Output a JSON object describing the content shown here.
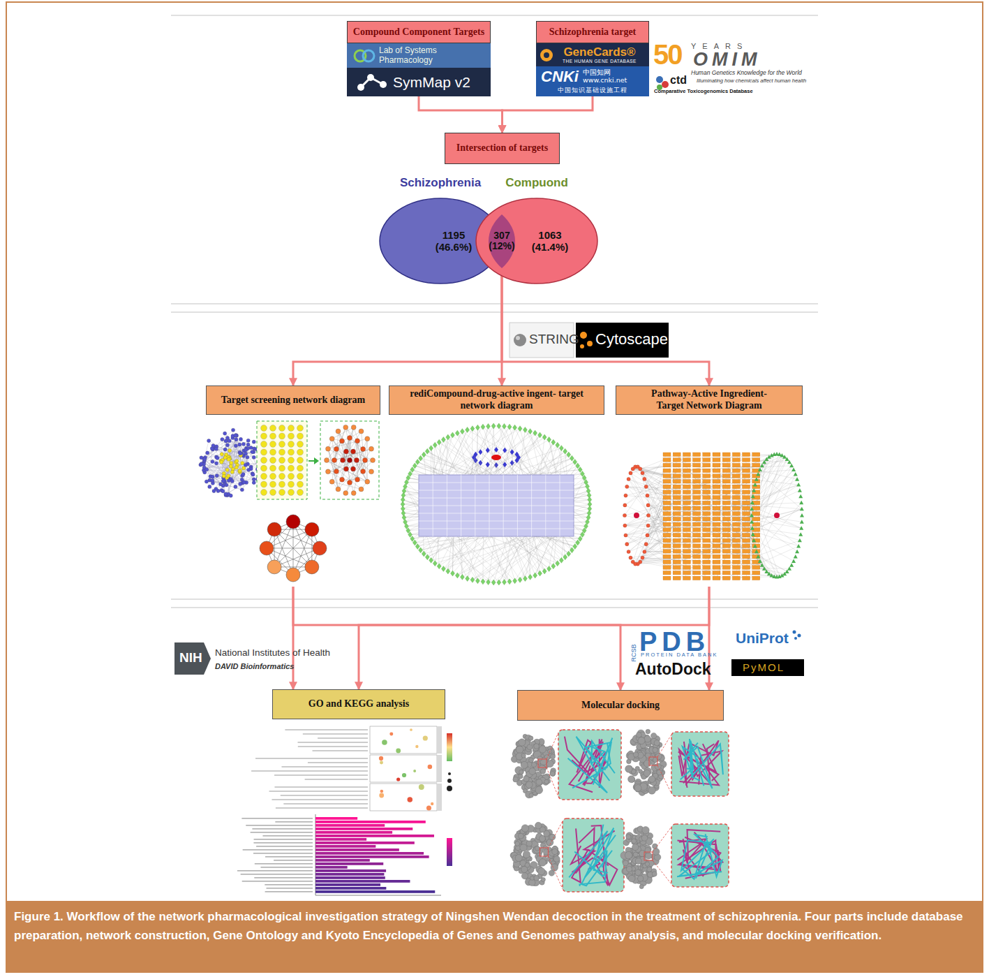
{
  "diagram": {
    "caption": "Figure 1. Workflow of the network pharmacological investigation strategy of Ningshen Wendan decoction in the treatment of schizophrenia. Four parts include database preparation, network construction, Gene Ontology and Kyoto Encyclopedia of Genes and Genomes pathway analysis, and molecular docking verification.",
    "nodes": [
      {
        "text": [
          "Compound Component Targets"
        ]
      },
      {
        "text": [
          "Lab of Systems Pharmacology"
        ],
        "in": 0
      },
      {
        "text": [
          "SymMap v2"
        ],
        "in": 0
      },
      {
        "text": [
          "Schizophrenia target"
        ]
      },
      {
        "text": [
          "GeneCards®",
          "THE HUMAN GENE DATABASE"
        ],
        "in": 3
      },
      {
        "text": [
          "CNKi",
          "中国知网 www.cnki.net",
          "中国知识基础设施工程"
        ],
        "in": 3
      },
      {
        "text": [
          "Intersection of targets"
        ]
      },
      {
        "text": [
          "Schizophrenia",
          "1195 (46.6%)"
        ]
      },
      {
        "text": [
          "Compuond",
          "1063 (41.4%)"
        ]
      },
      {
        "text": [
          "307 (12%)"
        ]
      },
      {
        "text": [
          "Target screening network diagram"
        ]
      },
      {
        "text": [
          "rediCompound-drug-active ingent- target network diagram"
        ]
      },
      {
        "text": [
          "Pathway-Active Ingredient- Target Network Diagram"
        ]
      },
      {
        "text": [
          "GO and KEGG analysis"
        ]
      },
      {
        "text": [
          "Molecular docking"
        ]
      }
    ],
    "edges": [
      {
        "from": 0,
        "to": 6,
        "arrow": "to"
      },
      {
        "from": 3,
        "to": 6,
        "arrow": "to"
      },
      {
        "from": 9,
        "to": 10,
        "arrow": "to"
      },
      {
        "from": 9,
        "to": 11,
        "arrow": "to"
      },
      {
        "from": 9,
        "to": 12,
        "arrow": "to"
      },
      {
        "from": 10,
        "to": 13,
        "arrow": "to"
      },
      {
        "from": 10,
        "to": 14,
        "arrow": "to"
      },
      {
        "from": 12,
        "to": 13,
        "arrow": "to"
      },
      {
        "from": 12,
        "to": 14,
        "arrow": "to"
      }
    ],
    "labels": [
      "50",
      "YEARS",
      "OMIM",
      "Human Genetics Knowledge for the World",
      "ctd",
      "Illuminating how chemicals affect human health",
      "Comparative Toxicogenomics Database",
      "STRING",
      "Cytoscape",
      "NIH",
      "National Institutes of Health",
      "DAVID Bioinformatics",
      "RCSB",
      "PDB",
      "PROTEIN DATA BANK",
      "UniProt",
      "AutoDock",
      "PyMOL"
    ]
  }
}
